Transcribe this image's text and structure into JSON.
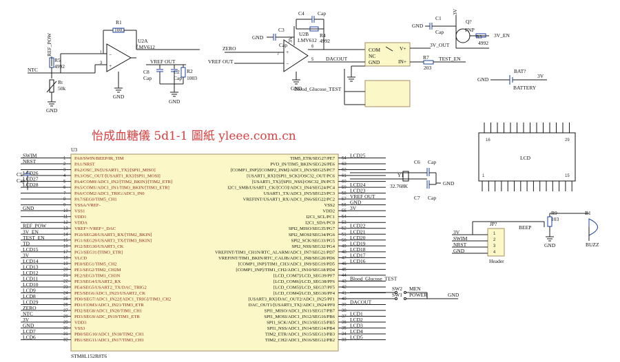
{
  "title": "怡成血糖儀 5d1-1 圖紙 yleee.com.cn",
  "components": {
    "r1": {
      "ref": "R1",
      "value": "1003"
    },
    "u2a": {
      "ref": "U2A",
      "value": "LMV612"
    },
    "u2b": {
      "ref": "U2B",
      "value": "LMV612"
    },
    "r2": {
      "ref": "R2",
      "value": "1003"
    },
    "r4": {
      "ref": "R4",
      "value": "4992"
    },
    "r5": {
      "ref": "R5",
      "value": "4992"
    },
    "rt": {
      "ref": "Rt",
      "value": "50k"
    },
    "c2": {
      "ref": "C2",
      "value": "Cap"
    },
    "c3": {
      "ref": "C3",
      "value": "Cap"
    },
    "c4": {
      "ref": "C4",
      "value": "Cap"
    },
    "c8": {
      "ref": "C8",
      "value": "Cap"
    },
    "c1": {
      "ref": "C1",
      "value": "Cap"
    },
    "r3": {
      "ref": "R3",
      "value": "4992"
    },
    "r7": {
      "ref": "R7",
      "value": "203"
    },
    "q": {
      "ref": "Q?",
      "value": "PNP"
    },
    "bat": {
      "ref": "BAT?",
      "value": "BATTERY"
    },
    "lcd": {
      "ref": "LCD",
      "pin1": "1",
      "pin15": "15",
      "pin16": "16",
      "pin29": "29"
    },
    "y1": {
      "ref": "Y1",
      "value": "32.768K"
    },
    "c6": {
      "ref": "C6",
      "value": "Cap"
    },
    "c7": {
      "ref": "C7",
      "value": "Cap"
    },
    "c5": {
      "ref": "C5",
      "value": "Cap"
    },
    "jp": {
      "ref": "JP?",
      "value": "Header",
      "pins": [
        "1",
        "2",
        "3",
        "4"
      ]
    },
    "beep": {
      "ref": "BEEP"
    },
    "r9": {
      "ref": "R9",
      "value": "103"
    },
    "b1": {
      "ref": "B1",
      "value": "BUZZ"
    },
    "sw2": {
      "ref": "SW2",
      "value": "MEN"
    },
    "sw1": {
      "ref": "SW1",
      "value": "POWER"
    },
    "switch": {
      "pins": [
        "COM",
        "NC",
        "GND",
        "V+",
        "IN+"
      ]
    }
  },
  "nets": {
    "ref_pow": "REF_POW",
    "ntc": "NTC",
    "vref_out": "VREF OUT",
    "zero": "ZERO",
    "dacout": "DACOUT",
    "v3_out": "3V_OUT",
    "v3_en": "3V_EN",
    "test_en": "TEST_EN",
    "bgt": "Blood_Glucose_TEST",
    "gnd": "GND",
    "v3": "3V"
  },
  "mcu": {
    "ref": "U3",
    "part": "STM8L152R8T6",
    "left_pins": [
      {
        "n": "1",
        "name": "PA0/SWIN/BEEP/IR_TIM",
        "net": "SWIM"
      },
      {
        "n": "2",
        "name": "PA1/NRST",
        "net": "NRST"
      },
      {
        "n": "3",
        "name": "PA2/OSC_IN/[USART1_TX]/[SPI1_MISO]",
        "net": ""
      },
      {
        "n": "4",
        "name": "PA3/OSC_OUT/[USART1_RX]/[SPI1_MOSI]",
        "net": "LCD26"
      },
      {
        "n": "5",
        "name": "PA4/COM0/ADC1_IN2/[TIM2_BKIN]/[TIM2_ETR]",
        "net": "LCD27"
      },
      {
        "n": "6",
        "name": "PA5/COM1/ADC1_IN1/TIM3_BKIN/[TIM3_ETR]",
        "net": "LCD28"
      },
      {
        "n": "7",
        "name": "PA6/COM2/ADC1_TRIG/ADC1_IN0",
        "net": ""
      },
      {
        "n": "8",
        "name": "PA7/SEG0/TIM5_CH1",
        "net": ""
      },
      {
        "n": "9",
        "name": "VSSA/VREF-",
        "net": ""
      },
      {
        "n": "10",
        "name": "VSS1",
        "net": "GND"
      },
      {
        "n": "11",
        "name": "VDD1",
        "net": ""
      },
      {
        "n": "12",
        "name": "VDDA",
        "net": ""
      },
      {
        "n": "13",
        "name": "VREF+/VREF+_DAC",
        "net": "REF_POW"
      },
      {
        "n": "14",
        "name": "PG0/SEG28/USART3_RX/[TIM2_BKIN]",
        "net": "3V_EN"
      },
      {
        "n": "15",
        "name": "PG1/SEG29/USART3_TX/[TIM3_BKIN]",
        "net": "TEST_EN"
      },
      {
        "n": "16",
        "name": "PG2/SEG30/USART3_CK",
        "net": "TD"
      },
      {
        "n": "17",
        "name": "PG3/SEG31/[TIM3_ETR]",
        "net": "LCD15"
      },
      {
        "n": "18",
        "name": "VLCD",
        "net": "3V"
      },
      {
        "n": "19",
        "name": "PE0/SEG1/TIM5_CH2",
        "net": "LCD14"
      },
      {
        "n": "20",
        "name": "PE1/SEG2/TIM2_CH2M",
        "net": "LCD13"
      },
      {
        "n": "21",
        "name": "PE2/SEG3/TIM1_CH3N",
        "net": "LCD12"
      },
      {
        "n": "22",
        "name": "PE3/SEG4/USART2_RX",
        "net": "LCD11"
      },
      {
        "n": "23",
        "name": "PE4/SEG5/USART2_TX/DAC_TRIG2",
        "net": "LCD10"
      },
      {
        "n": "24",
        "name": "PE5/SEG6/ADC1_IN23/USART2_CK",
        "net": "LCD9"
      },
      {
        "n": "25",
        "name": "PD0/SEG7/ADC1_IN22/[ADC1_TRIG]/TIM3_CH2",
        "net": "LCD8"
      },
      {
        "n": "26",
        "name": "PD1/COM3/ADC1_IN21/TIM3_ETR",
        "net": "LCD29"
      },
      {
        "n": "27",
        "name": "PD2/SEG8/ADC1_IN20/TIM1_CH1",
        "net": "ZERO"
      },
      {
        "n": "28",
        "name": "PD3/SEG9/ADC_IN19/TIM1_ETR",
        "net": "NTC"
      },
      {
        "n": "29",
        "name": "VDD3",
        "net": "3V"
      },
      {
        "n": "30",
        "name": "VSS3",
        "net": "GND"
      },
      {
        "n": "31",
        "name": "PB0/SEG10/ADC1_IN18/TIM2_CH1",
        "net": "LCD7"
      },
      {
        "n": "32",
        "name": "PB1/SEG11/ADC1_IN17/TIM3_CH1",
        "net": "LCD6"
      }
    ],
    "right_pins": [
      {
        "n": "64",
        "name": "TIM5_ETR/SEG27/PE7",
        "net": "LCD25"
      },
      {
        "n": "63",
        "name": "PVD_IN/TIM5_BKIN/SEG26/PE6",
        "net": ""
      },
      {
        "n": "62",
        "name": "[COMP1_INP]/[COMP2_INM]/ADC1_IN3/SEG25/PC7",
        "net": ""
      },
      {
        "n": "61",
        "name": "[USART1_RX]/[SPI1_SCK]/OSC32_OUT/PC6",
        "net": ""
      },
      {
        "n": "60",
        "name": "[USART1_TX]/[SPI1_NSS]/OSC32_IN/PC5",
        "net": ""
      },
      {
        "n": "59",
        "name": "I2C1_SMB/USART1_CK/[CCO]/ADC1_IN4/SEG24/PC4",
        "net": "LCD24"
      },
      {
        "n": "58",
        "name": "USART1_TX/ADC1_IN5/SEG23/PC3",
        "net": "LCD23"
      },
      {
        "n": "57",
        "name": "VREFINT/USART1_RX/ADC1_IN6/SEG22/PC2",
        "net": "VREF OUT"
      },
      {
        "n": "56",
        "name": "VSS2",
        "net": "GND"
      },
      {
        "n": "55",
        "name": "VDD2",
        "net": "3V"
      },
      {
        "n": "54",
        "name": "I2C1_SCL/PC1",
        "net": ""
      },
      {
        "n": "53",
        "name": "I2C1_SDA/PC0",
        "net": ""
      },
      {
        "n": "52",
        "name": "SPI2_MISO/SEG35/PG7",
        "net": "LCD22"
      },
      {
        "n": "51",
        "name": "SPI2_MOSI/SEG34/PG6",
        "net": "LCD21"
      },
      {
        "n": "50",
        "name": "SPI2_SCK/SEG33/PG5",
        "net": "LCD20"
      },
      {
        "n": "49",
        "name": "SPI2_NSS/SEG32/PG4",
        "net": "LCD19"
      },
      {
        "n": "48",
        "name": "VREFINT/TIM1_CH1N/RTC_ALARM/ADC1_IN7/SEG21/PD7",
        "net": "LCD18"
      },
      {
        "n": "47",
        "name": "VREFINT/TIM1_BKIN/RTC_CALIB/ADC1_IN8/SEG20/PD6",
        "net": "LCD17"
      },
      {
        "n": "46",
        "name": "[COMP1_INP]/TIM1_CH3/ADC1_IN9/SEG19/PD5",
        "net": "LCD16"
      },
      {
        "n": "45",
        "name": "[COMP1_INP]/TIM1_CH2/ADC1_IN10/SEG18/PD4",
        "net": ""
      },
      {
        "n": "44",
        "name": "[LCD_COM7]/LCD_SEG39/PF7",
        "net": ""
      },
      {
        "n": "43",
        "name": "[LCD_COM6]/LCD_SEG38/PF6",
        "net": "Blood_Glucose_TEST"
      },
      {
        "n": "42",
        "name": "[LCD_COM5]/LCD_SEG37/PF5",
        "net": ""
      },
      {
        "n": "41",
        "name": "[LCD_COM4]/LCD_SEG36/PF4",
        "net": ""
      },
      {
        "n": "40",
        "name": "[USART3_RX]/DAC_OUT2/ADC1_IN25/PF1",
        "net": ""
      },
      {
        "n": "39",
        "name": "DAC_OUT1/[USART3_TX]/ADC1_IN24/PF0",
        "net": "DACOUT"
      },
      {
        "n": "38",
        "name": "SPI1_MISO/ADC1_IN11/SEG17/PB7",
        "net": ""
      },
      {
        "n": "37",
        "name": "SPI1_MOSI/ADC1_IN12/SEG16/PB6",
        "net": "LCD1"
      },
      {
        "n": "36",
        "name": "SPI1_SCK/ADC1_IN13/SEG15/PB5",
        "net": "LCD2"
      },
      {
        "n": "35",
        "name": "SPI1_NSS/ADC1_IN14/SEG14/PB4",
        "net": "LCD3"
      },
      {
        "n": "34",
        "name": "TIM2_ETR/ADC1_IN15/SEG13/PB3",
        "net": "LCD4"
      },
      {
        "n": "33",
        "name": "TIM2_CH2/ADC1_IN16/SEG12/PB2",
        "net": "LCD5"
      }
    ],
    "header_pins": [
      "3V",
      "SWIM",
      "NRST",
      "GND"
    ]
  }
}
